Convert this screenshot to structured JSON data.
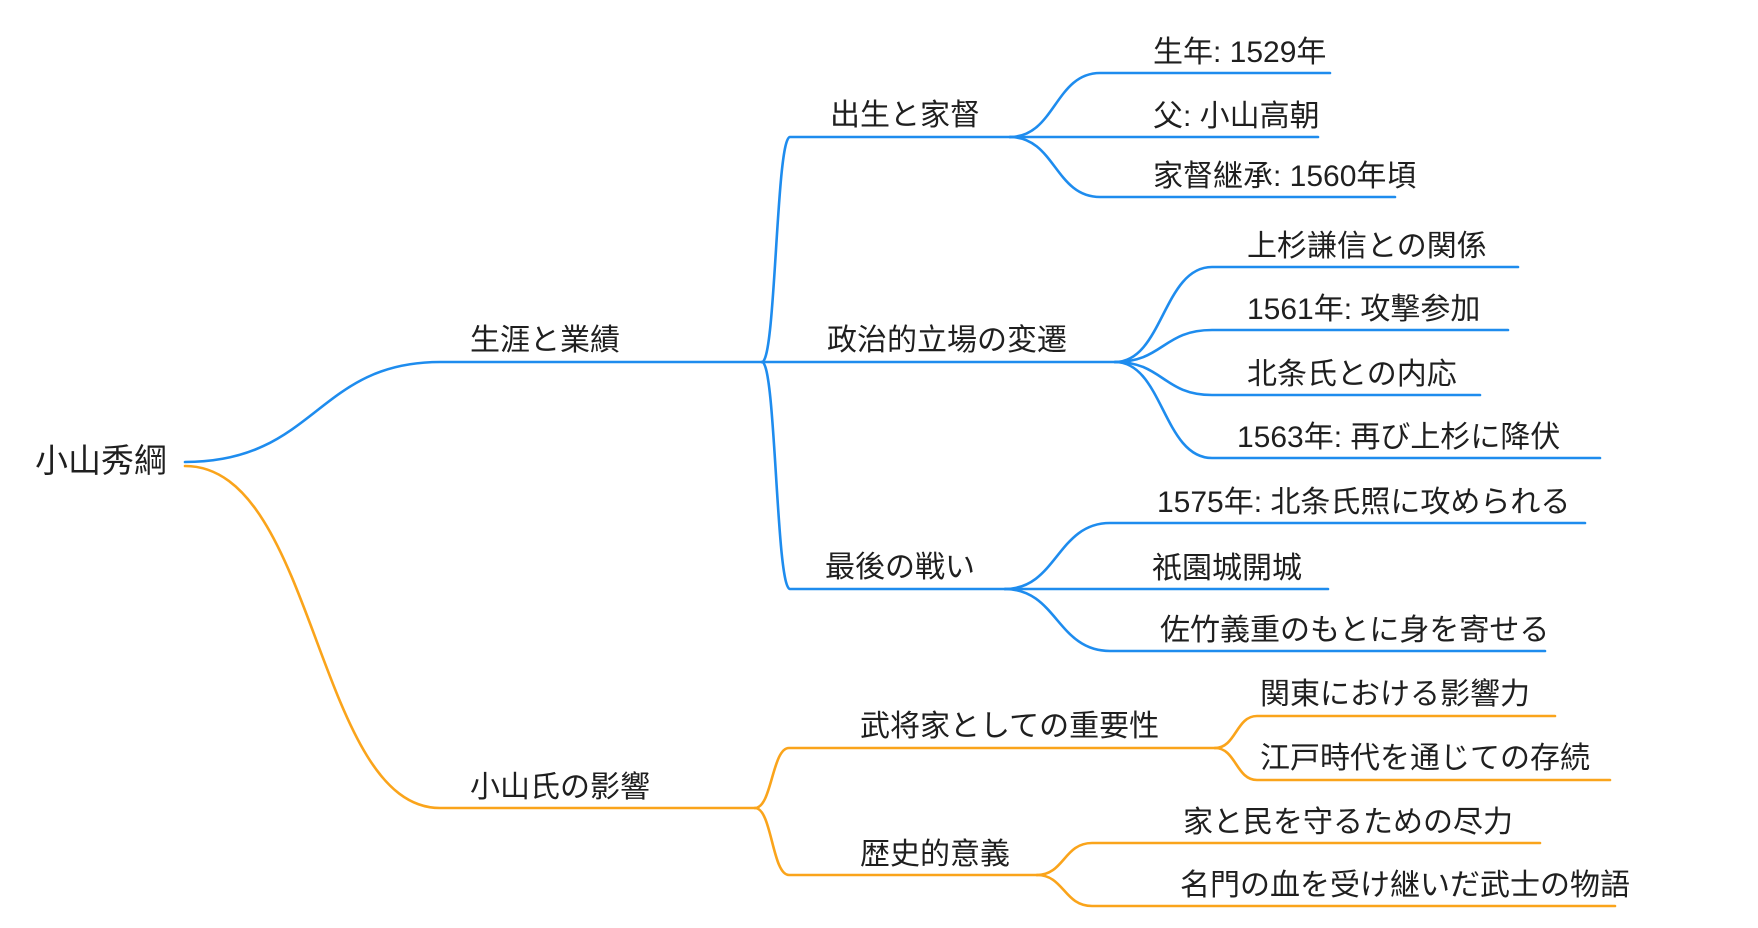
{
  "colors": {
    "branch_life": "#1E8CEE",
    "branch_influence": "#FAA41B",
    "text": "#1F1F1F",
    "background": "#FFFFFF"
  },
  "mindmap": {
    "root": {
      "label": "小山秀綱"
    },
    "branches": [
      {
        "label": "生涯と業績",
        "color": "#1E8CEE",
        "children": [
          {
            "label": "出生と家督",
            "children": [
              {
                "label": "生年: 1529年"
              },
              {
                "label": "父: 小山高朝"
              },
              {
                "label": "家督継承: 1560年頃"
              }
            ]
          },
          {
            "label": "政治的立場の変遷",
            "children": [
              {
                "label": "上杉謙信との関係"
              },
              {
                "label": "1561年: 攻撃参加"
              },
              {
                "label": "北条氏との内応"
              },
              {
                "label": "1563年: 再び上杉に降伏"
              }
            ]
          },
          {
            "label": "最後の戦い",
            "children": [
              {
                "label": "1575年: 北条氏照に攻められる"
              },
              {
                "label": "祇園城開城"
              },
              {
                "label": "佐竹義重のもとに身を寄せる"
              }
            ]
          }
        ]
      },
      {
        "label": "小山氏の影響",
        "color": "#FAA41B",
        "children": [
          {
            "label": "武将家としての重要性",
            "children": [
              {
                "label": "関東における影響力"
              },
              {
                "label": "江戸時代を通じての存続"
              }
            ]
          },
          {
            "label": "歴史的意義",
            "children": [
              {
                "label": "家と民を守るための尽力"
              },
              {
                "label": "名門の血を受け継いだ武士の物語"
              }
            ]
          }
        ]
      }
    ]
  }
}
